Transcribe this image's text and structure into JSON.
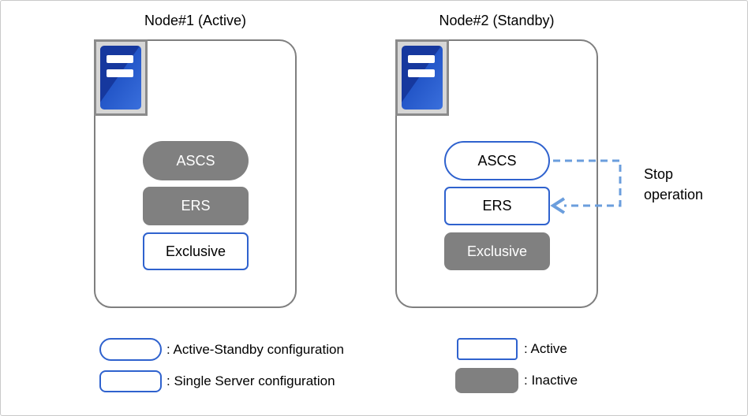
{
  "nodes": [
    {
      "title": "Node#1 (Active)",
      "components": [
        {
          "label": "ASCS",
          "shape": "stadium",
          "status": "inactive"
        },
        {
          "label": "ERS",
          "shape": "rounded-rect",
          "status": "inactive"
        },
        {
          "label": "Exclusive",
          "shape": "rect",
          "status": "active"
        }
      ]
    },
    {
      "title": "Node#2 (Standby)",
      "components": [
        {
          "label": "ASCS",
          "shape": "stadium",
          "status": "active"
        },
        {
          "label": "ERS",
          "shape": "rect",
          "status": "active"
        },
        {
          "label": "Exclusive",
          "shape": "rounded-rect",
          "status": "inactive"
        }
      ]
    }
  ],
  "annotation": {
    "label": "Stop operation",
    "arrow": "dashed arrow from Node#2 ASCS looping right and into Node#2 ERS"
  },
  "legend": {
    "items": [
      {
        "label": ": Active-Standby configuration",
        "swatch": "stadium-outline"
      },
      {
        "label": ": Single Server configuration",
        "swatch": "rounded-outline"
      },
      {
        "label": ": Active",
        "swatch": "rect-outline"
      },
      {
        "label": ": Inactive",
        "swatch": "gray-fill"
      }
    ]
  },
  "icons": {
    "server": "server-icon"
  },
  "colors": {
    "accent_blue": "#2F62CE",
    "inactive_gray": "#808080",
    "node_border_gray": "#7f7f7f",
    "arrow_blue": "#6B9EDD",
    "icon_dark_blue": "#16389E",
    "icon_mid_blue": "#2356C8",
    "icon_light_blue": "#3A6FDC",
    "text_black": "#000000"
  }
}
